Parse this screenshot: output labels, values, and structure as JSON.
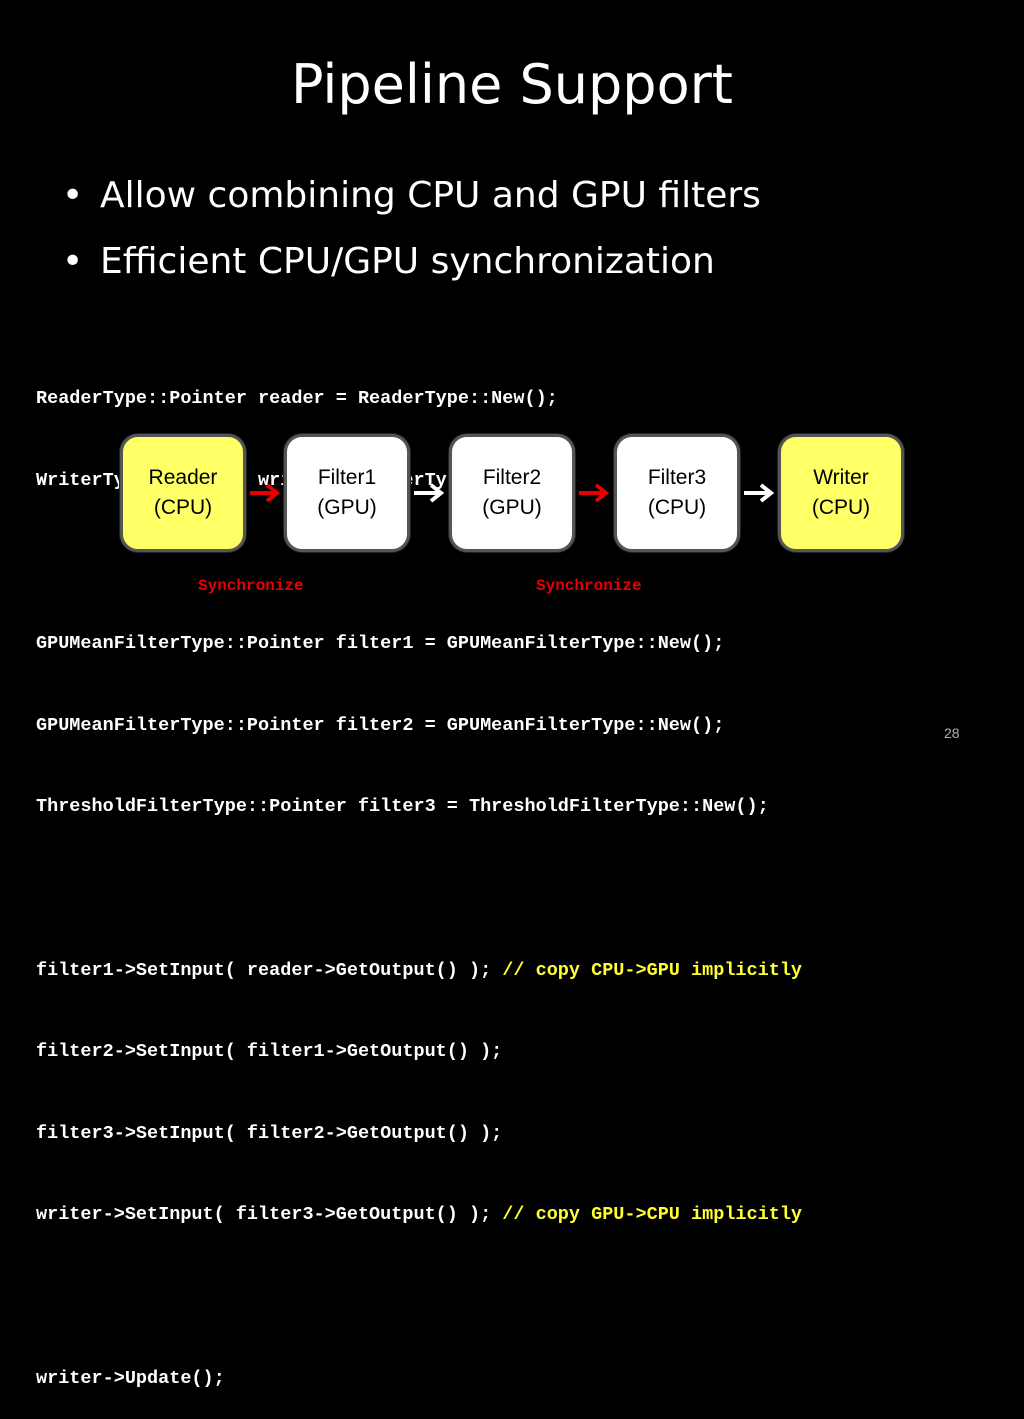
{
  "slide": {
    "title": "Pipeline Support",
    "bullets": [
      "Allow combining CPU and GPU filters",
      "Efficient CPU/GPU synchronization"
    ],
    "bullet_glyph": "•",
    "code_lines": [
      {
        "text": "ReaderType::Pointer reader = ReaderType::New();",
        "comment": ""
      },
      {
        "text": "WriterType::Pointer writer = WriterType::New();",
        "comment": ""
      },
      {
        "text": "",
        "comment": ""
      },
      {
        "text": "GPUMeanFilterType::Pointer filter1 = GPUMeanFilterType::New();",
        "comment": ""
      },
      {
        "text": "GPUMeanFilterType::Pointer filter2 = GPUMeanFilterType::New();",
        "comment": ""
      },
      {
        "text": "ThresholdFilterType::Pointer filter3 = ThresholdFilterType::New();",
        "comment": ""
      },
      {
        "text": "",
        "comment": ""
      },
      {
        "text": "filter1->SetInput( reader->GetOutput() ); ",
        "comment": "// copy CPU->GPU implicitly"
      },
      {
        "text": "filter2->SetInput( filter1->GetOutput() );",
        "comment": ""
      },
      {
        "text": "filter3->SetInput( filter2->GetOutput() );",
        "comment": ""
      },
      {
        "text": "writer->SetInput( filter3->GetOutput() ); ",
        "comment": "// copy GPU->CPU implicitly"
      },
      {
        "text": "",
        "comment": ""
      },
      {
        "text": "writer->Update();",
        "comment": ""
      }
    ],
    "pipeline": [
      {
        "name": "Reader",
        "device": "(CPU)"
      },
      {
        "name": "Filter1",
        "device": "(GPU)"
      },
      {
        "name": "Filter2",
        "device": "(GPU)"
      },
      {
        "name": "Filter3",
        "device": "(CPU)"
      },
      {
        "name": "Writer",
        "device": "(CPU)"
      }
    ],
    "sync_labels": [
      "Synchronize",
      "Synchronize"
    ],
    "page_number": "28"
  },
  "colors": {
    "background": "#000000",
    "comment": "#ffff33",
    "cpu_box": "#ffff66",
    "gpu_box": "#ffffff",
    "arrow_red": "#e60000",
    "arrow_white": "#ffffff",
    "sync_text": "#e60000"
  }
}
